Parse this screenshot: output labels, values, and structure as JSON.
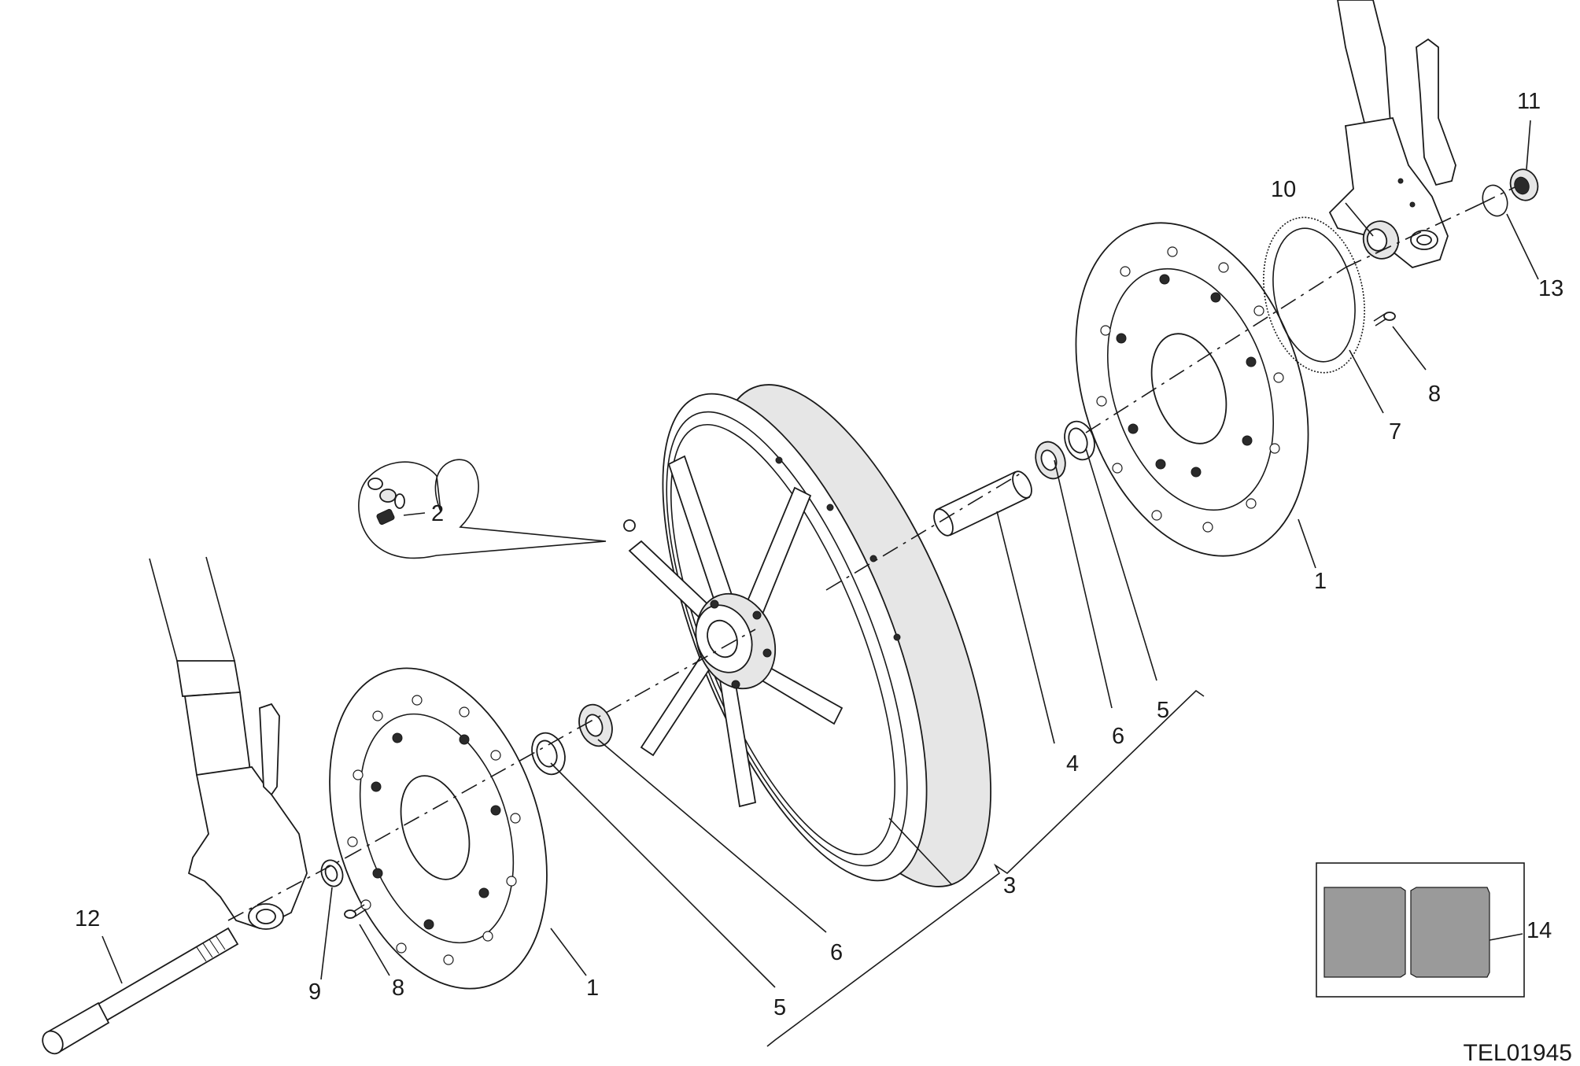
{
  "drawing": {
    "reference_code": "TEL01945",
    "callouts": [
      "1",
      "2",
      "3",
      "4",
      "5",
      "6",
      "7",
      "8",
      "9",
      "10",
      "11",
      "12",
      "13",
      "14"
    ],
    "accent_color": "#1a1a1a",
    "panel_fill_color": "#9a9a9a"
  }
}
